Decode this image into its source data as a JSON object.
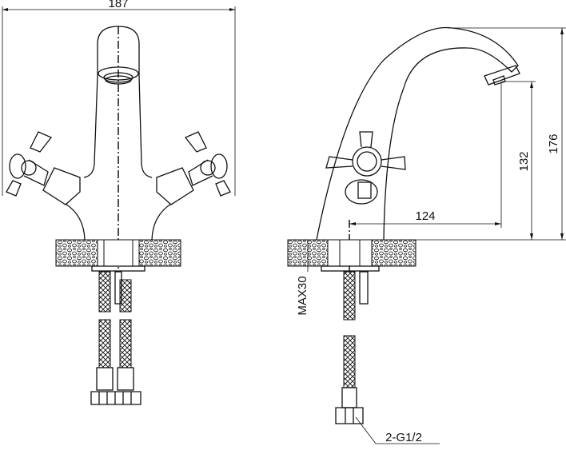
{
  "dimensions": {
    "overall_width": "187",
    "overall_height": "176",
    "spout_height": "132",
    "spout_reach": "124",
    "max_deck_thickness": "MAX30",
    "connection": "2-G1/2"
  },
  "colors": {
    "line": "#111111",
    "background": "#ffffff"
  }
}
